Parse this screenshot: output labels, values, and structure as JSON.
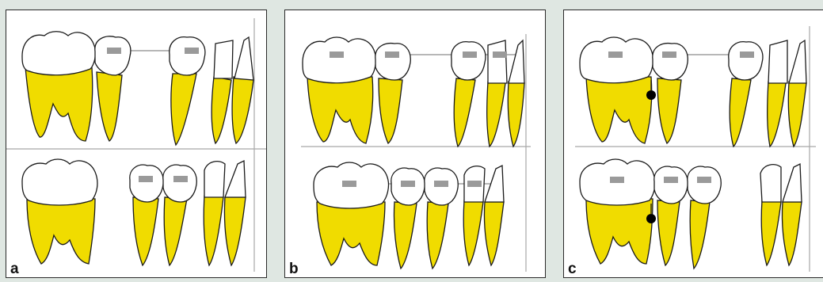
{
  "figure": {
    "panels": [
      {
        "id": "a",
        "label": "a"
      },
      {
        "id": "b",
        "label": "b"
      },
      {
        "id": "c",
        "label": "c"
      }
    ],
    "colors": {
      "root": "#f0dc00",
      "crown": "#ffffff",
      "outline": "#1a1a1a",
      "bracket": "#9a9a9a",
      "wire": "#8c8c8c",
      "guide_line": "#a8a8a8",
      "stop": "#000000"
    }
  }
}
